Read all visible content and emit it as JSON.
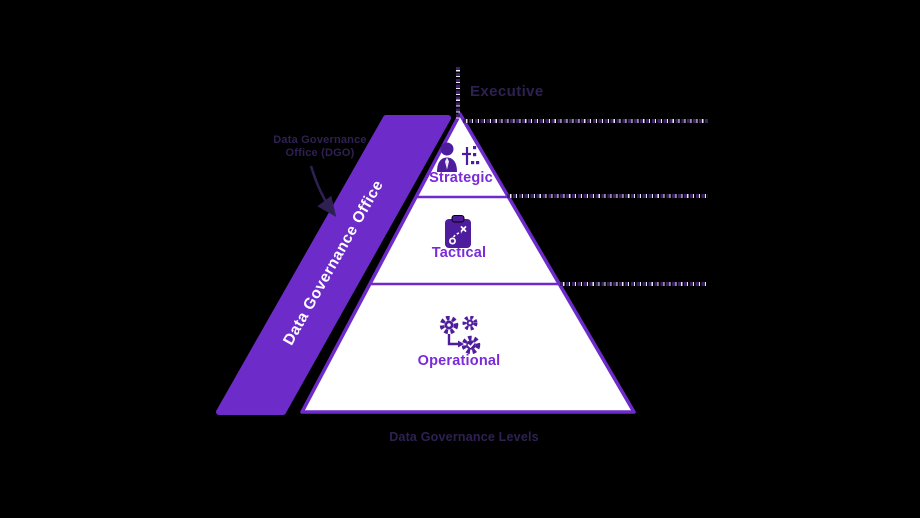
{
  "header": {
    "executive_label": "Executive"
  },
  "callout": {
    "line1": "Data Governance",
    "line2": "Office (DGO)"
  },
  "band": {
    "label": "Data Governance Office"
  },
  "pyramid": {
    "levels": [
      {
        "label": "Strategic",
        "icon": "person-checklist-icon"
      },
      {
        "label": "Tactical",
        "icon": "clipboard-tactics-icon"
      },
      {
        "label": "Operational",
        "icon": "gears-workflow-icon"
      }
    ]
  },
  "footer": {
    "caption": "Data Governance Levels"
  },
  "colors": {
    "background": "#000000",
    "purple_primary": "#6D2CC9",
    "purple_level_label": "#7A2AD8",
    "purple_icon": "#4E1D9E",
    "dark_text": "#2E2152",
    "band_text": "#FFFFFF",
    "pyramid_fill": "#FFFFFF",
    "dotted_line": "#3B2363"
  }
}
